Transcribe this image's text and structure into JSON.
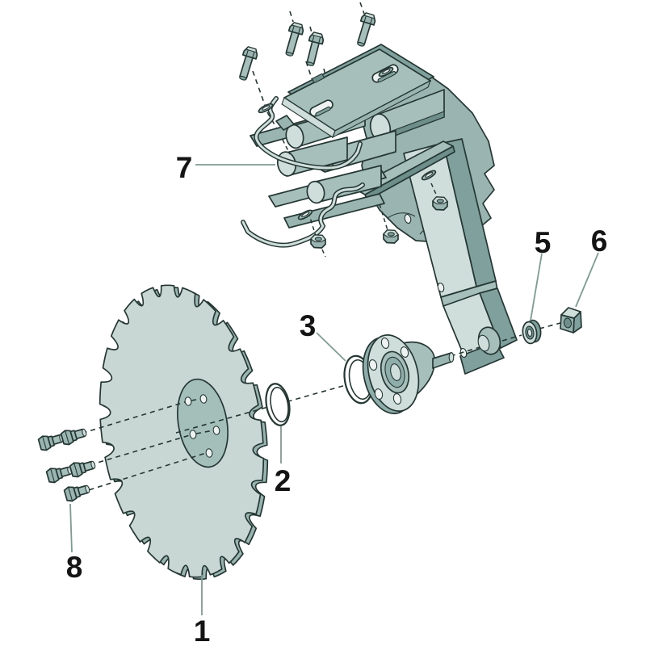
{
  "diagram": {
    "description": "exploded-parts-diagram",
    "callouts": [
      {
        "number": "1"
      },
      {
        "number": "2"
      },
      {
        "number": "3"
      },
      {
        "number": "5"
      },
      {
        "number": "6"
      },
      {
        "number": "7"
      },
      {
        "number": "8"
      }
    ],
    "colors": {
      "background": "#ffffff",
      "outline": "#253733",
      "leader": "#7d9c92",
      "label": "#141414",
      "metal_light": "#cfdeda",
      "metal_lighter": "#dde8e5",
      "metal_mid": "#a6bfbb",
      "metal_mid2": "#9ab5b1",
      "metal_dark": "#7fa09c",
      "metal_darker": "#6d8e8a",
      "disc_face": "#c8d7d3",
      "disc_rim": "#9ab5b0",
      "disc_center": "#a4bfba",
      "slot_fill": "#eef3f1",
      "hub_recess": "#8fadaa"
    }
  }
}
